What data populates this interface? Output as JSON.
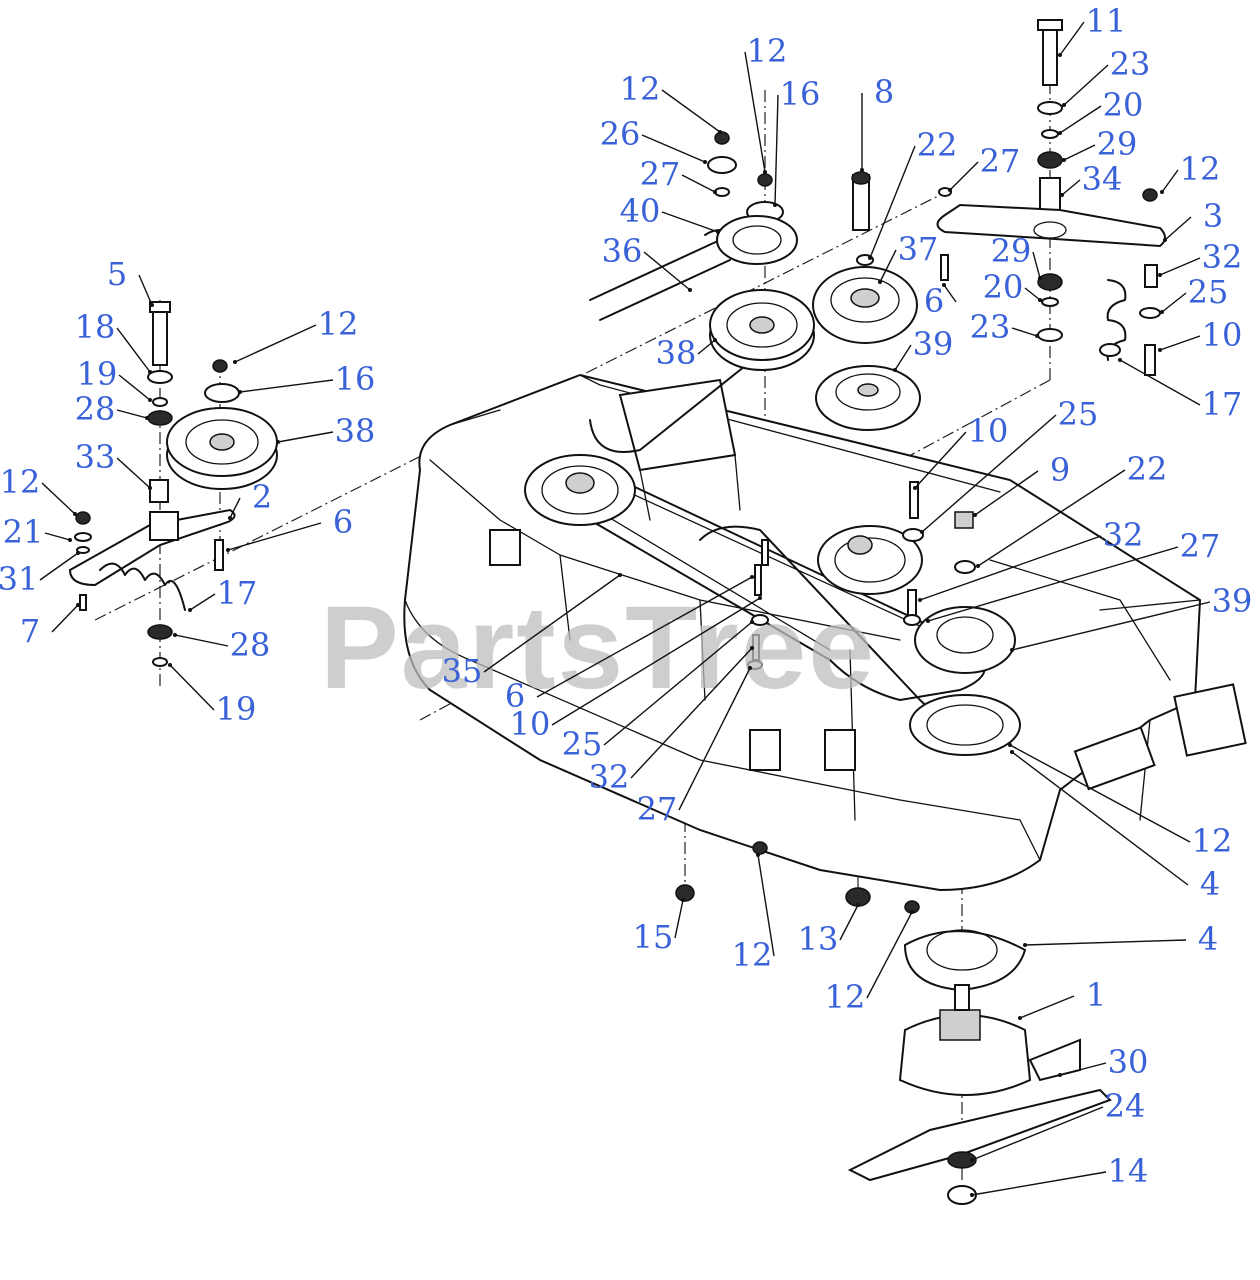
{
  "watermark": "PartsTree",
  "callouts": [
    {
      "id": "c12a",
      "label": "12"
    },
    {
      "id": "c26",
      "label": "26"
    },
    {
      "id": "c27a",
      "label": "27"
    },
    {
      "id": "c40",
      "label": "40"
    },
    {
      "id": "c36",
      "label": "36"
    },
    {
      "id": "c12b",
      "label": "12"
    },
    {
      "id": "c16a",
      "label": "16"
    },
    {
      "id": "c8",
      "label": "8"
    },
    {
      "id": "c22a",
      "label": "22"
    },
    {
      "id": "c27b",
      "label": "27"
    },
    {
      "id": "c37",
      "label": "37"
    },
    {
      "id": "c38a",
      "label": "38"
    },
    {
      "id": "c39a",
      "label": "39"
    },
    {
      "id": "c6a",
      "label": "6"
    },
    {
      "id": "c11",
      "label": "11"
    },
    {
      "id": "c23a",
      "label": "23"
    },
    {
      "id": "c20a",
      "label": "20"
    },
    {
      "id": "c29a",
      "label": "29"
    },
    {
      "id": "c34",
      "label": "34"
    },
    {
      "id": "c12c",
      "label": "12"
    },
    {
      "id": "c3",
      "label": "3"
    },
    {
      "id": "c29b",
      "label": "29"
    },
    {
      "id": "c20b",
      "label": "20"
    },
    {
      "id": "c23b",
      "label": "23"
    },
    {
      "id": "c32a",
      "label": "32"
    },
    {
      "id": "c25a",
      "label": "25"
    },
    {
      "id": "c10a",
      "label": "10"
    },
    {
      "id": "c17a",
      "label": "17"
    },
    {
      "id": "c5",
      "label": "5"
    },
    {
      "id": "c18",
      "label": "18"
    },
    {
      "id": "c12d",
      "label": "12"
    },
    {
      "id": "c19a",
      "label": "19"
    },
    {
      "id": "c16b",
      "label": "16"
    },
    {
      "id": "c28a",
      "label": "28"
    },
    {
      "id": "c38b",
      "label": "38"
    },
    {
      "id": "c33",
      "label": "33"
    },
    {
      "id": "c12e",
      "label": "12"
    },
    {
      "id": "c2",
      "label": "2"
    },
    {
      "id": "c21",
      "label": "21"
    },
    {
      "id": "c6b",
      "label": "6"
    },
    {
      "id": "c31",
      "label": "31"
    },
    {
      "id": "c17b",
      "label": "17"
    },
    {
      "id": "c7",
      "label": "7"
    },
    {
      "id": "c28b",
      "label": "28"
    },
    {
      "id": "c19b",
      "label": "19"
    },
    {
      "id": "c10b",
      "label": "10"
    },
    {
      "id": "c25b",
      "label": "25"
    },
    {
      "id": "c9",
      "label": "9"
    },
    {
      "id": "c22b",
      "label": "22"
    },
    {
      "id": "c32b",
      "label": "32"
    },
    {
      "id": "c27c",
      "label": "27"
    },
    {
      "id": "c39b",
      "label": "39"
    },
    {
      "id": "c35",
      "label": "35"
    },
    {
      "id": "c6c",
      "label": "6"
    },
    {
      "id": "c10c",
      "label": "10"
    },
    {
      "id": "c25c",
      "label": "25"
    },
    {
      "id": "c32c",
      "label": "32"
    },
    {
      "id": "c27d",
      "label": "27"
    },
    {
      "id": "c12f",
      "label": "12"
    },
    {
      "id": "c4a",
      "label": "4"
    },
    {
      "id": "c15",
      "label": "15"
    },
    {
      "id": "c12g",
      "label": "12"
    },
    {
      "id": "c13",
      "label": "13"
    },
    {
      "id": "c12h",
      "label": "12"
    },
    {
      "id": "c4b",
      "label": "4"
    },
    {
      "id": "c1",
      "label": "1"
    },
    {
      "id": "c30",
      "label": "30"
    },
    {
      "id": "c24",
      "label": "24"
    },
    {
      "id": "c14",
      "label": "14"
    }
  ]
}
